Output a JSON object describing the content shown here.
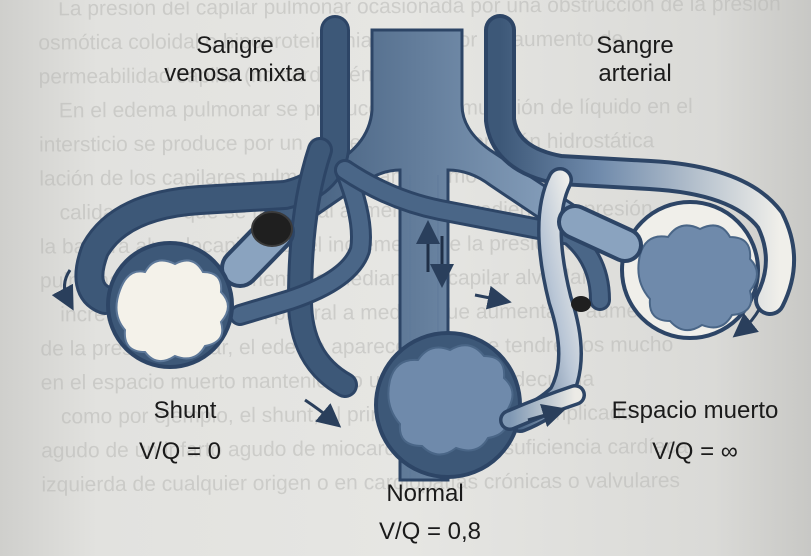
{
  "labels": {
    "sangre_venosa": "Sangre venosa mixta",
    "sangre_arterial": "Sangre arterial",
    "shunt": "Shunt",
    "shunt_ratio": "V/Q = 0",
    "normal": "Normal",
    "normal_ratio": "V/Q = 0,8",
    "espacio_muerto": "Espacio muerto",
    "espacio_muerto_ratio": "V/Q = ∞"
  },
  "background_text": [
    "La presión del capilar pulmonar ocasionada por una obstrucción de la presión",
    "osmótica coloidal o hipoproteinemia, o bien por un aumento de",
    "permeabilidad capilar (no cardiogénico).",
    "En el edema pulmonar se produce una acumulación de líquido en el",
    "intersticio se produce por un aumento o por la presión hidrostática",
    "lación de los capilares pulmonares, tanto como consecuencia de la",
    "calidad en lo que se refiere al aumento del gradiente de presión",
    "la barrera alveolocapilar por el incremento de la presión capilar",
    "pulmonar de forma aumentada mediante el capilar alveolar",
    "incremento de presión pleural a medida que aumenta el aumento",
    "de la presión capilar, el edema aparece en lo que tendremos mucho",
    "en el espacio muerto manteniendo una perfusión adecuada",
    "como por ejemplo, el shunt, el principal mecanismo implicado",
    "agudo de un infarto agudo de miocardio o de la insuficiencia cardíaca",
    "izquierda de cualquier origen o en cardiopatías crónicas o valvulares"
  ],
  "colors": {
    "vessel_venous": "#3d5878",
    "vessel_mid": "#8aa3bf",
    "vessel_arterial": "#f2f2ee",
    "alveolus_fill": "#6f8aab",
    "alveolus_bright": "#f4f2ea",
    "label_text": "#1b1b1b"
  },
  "icons": {
    "flow_arrow": "curved-arrow-icon",
    "bidirectional": "up-down-arrows-icon",
    "obstruction": "blood-clot-icon"
  }
}
